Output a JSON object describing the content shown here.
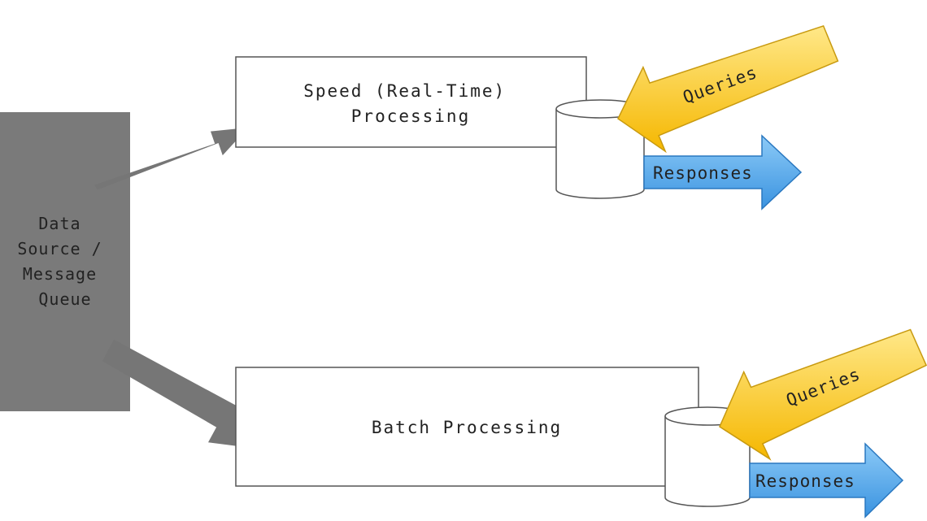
{
  "source": {
    "lines": [
      "Data",
      "Source /",
      "Message",
      "Queue"
    ]
  },
  "speed": {
    "lines": [
      "Speed (Real-Time)",
      "Processing"
    ]
  },
  "batch": {
    "label": "Batch Processing"
  },
  "query_arrows": [
    "Queries",
    "Queries"
  ],
  "response_arrows": [
    "Responses",
    "Responses"
  ],
  "colors": {
    "source_fill": "#7a7a7a",
    "flow_arrow": "#767676",
    "query_fill": "#ffd23a",
    "query_stroke": "#c89a10",
    "response_fill": "#55aaee",
    "response_stroke": "#2a78c0",
    "box_stroke": "#555555"
  }
}
